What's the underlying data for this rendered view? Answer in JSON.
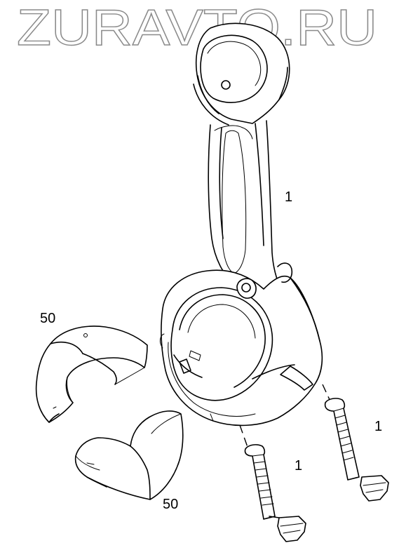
{
  "watermark": {
    "text": "ZURAVTO.RU"
  },
  "callouts": {
    "connecting_rod": "1",
    "bearing_shell_upper": "50",
    "bearing_shell_lower": "50",
    "rod_bolt_left": "1",
    "rod_bolt_right": "1"
  }
}
